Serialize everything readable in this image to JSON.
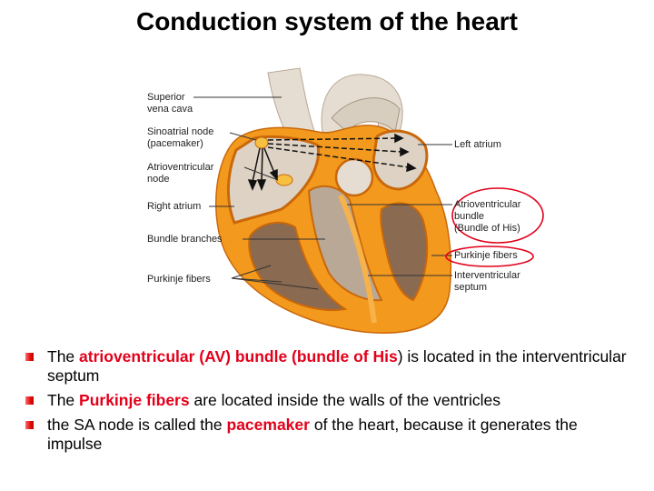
{
  "slide": {
    "title": "Conduction system of the heart"
  },
  "figure": {
    "labels_left": [
      {
        "line1": "Superior",
        "line2": "vena cava"
      },
      {
        "line1": "Sinoatrial node",
        "line2": "(pacemaker)"
      },
      {
        "line1": "Atrioventricular",
        "line2": "node"
      },
      {
        "line1": "Right atrium"
      },
      {
        "line1": "Bundle branches"
      },
      {
        "line1": "Purkinje fibers"
      }
    ],
    "labels_right": [
      {
        "line1": "Left atrium"
      },
      {
        "line1": "Atrioventricular",
        "line2": "bundle",
        "line3": "(Bundle of His)"
      },
      {
        "line1": "Purkinje fibers"
      },
      {
        "line1": "Interventricular",
        "line2": "septum"
      }
    ],
    "colors": {
      "muscle": "#f39a1e",
      "muscle_dark": "#d9700a",
      "tissue": "#d8cfc2",
      "tissue_dark": "#8a6a50",
      "circle_highlight": "#e2001a"
    }
  },
  "bullets": [
    {
      "pre": "The ",
      "highlight": "atrioventricular (AV) bundle (bundle of His",
      "post": ") is located in the interventricular septum"
    },
    {
      "pre": "The ",
      "highlight": "Purkinje fibers",
      "post": " are located inside the walls of the ventricles"
    },
    {
      "pre": "the SA node is called the ",
      "highlight": "pacemaker",
      "post": " of the heart, because it generates the impulse"
    }
  ]
}
